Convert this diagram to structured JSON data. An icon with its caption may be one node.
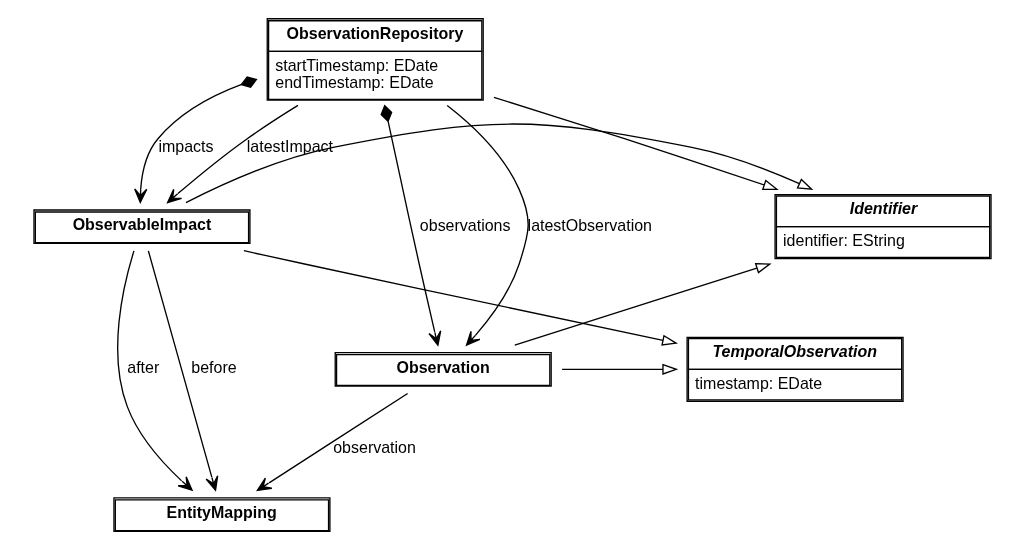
{
  "diagram": {
    "nodes": [
      {
        "text": [
          "ObservationRepository",
          "startTimestamp: EDate",
          "endTimestamp: EDate"
        ]
      },
      {
        "text": [
          "ObservableImpact"
        ]
      },
      {
        "text": [
          "EntityMapping"
        ]
      },
      {
        "text": [
          "Observation"
        ]
      },
      {
        "text": [
          "Identifier",
          "identifier: EString"
        ]
      },
      {
        "text": [
          "TemporalObservation",
          "timestamp: EDate"
        ]
      }
    ],
    "edges": [
      {
        "from": 0,
        "to": 4,
        "arrow": "to"
      },
      {
        "from": 0,
        "to": 1,
        "arrow": "to",
        "label": "latestImpact"
      },
      {
        "from": 0,
        "to": 1,
        "arrow": "to",
        "label": "impacts"
      },
      {
        "from": 0,
        "to": 3,
        "arrow": "to",
        "label": "observations"
      },
      {
        "from": 0,
        "to": 3,
        "arrow": "to",
        "label": "latestObservation"
      },
      {
        "from": 1,
        "to": 4,
        "arrow": "to"
      },
      {
        "from": 1,
        "to": 2,
        "arrow": "to",
        "label": "before"
      },
      {
        "from": 1,
        "to": 2,
        "arrow": "to",
        "label": "after"
      },
      {
        "from": 1,
        "to": 5,
        "arrow": "to"
      },
      {
        "from": 3,
        "to": 2,
        "arrow": "to",
        "label": "observation"
      },
      {
        "from": 3,
        "to": 4,
        "arrow": "to"
      },
      {
        "from": 3,
        "to": 5,
        "arrow": "to"
      }
    ]
  }
}
